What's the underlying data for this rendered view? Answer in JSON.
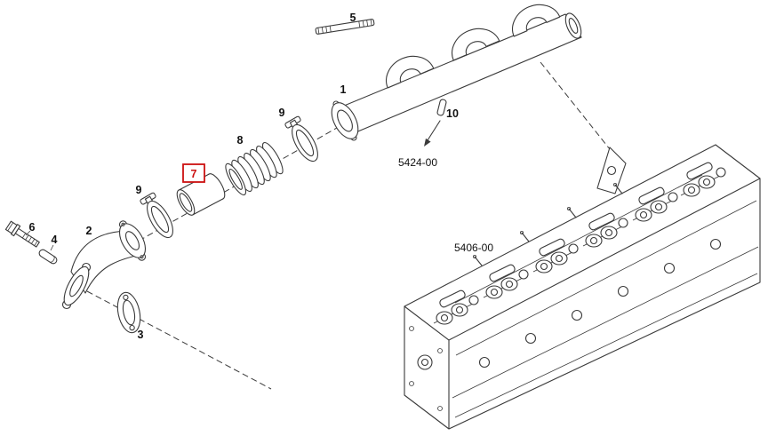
{
  "figure": {
    "name": "Exhaust manifold exploded parts diagram",
    "background": "#ffffff",
    "line_color": "#3a3a3a",
    "highlight_color": "#cc1111",
    "text_color": "#111111",
    "callouts": {
      "manifold": "1",
      "elbow": "2",
      "gasket": "3",
      "pin": "4",
      "stud": "5",
      "screw": "6",
      "sleeve": "7",
      "flex_coupling": "8",
      "clamp_upper": "9",
      "clamp_lower": "9",
      "plug": "10"
    },
    "references": {
      "detail_arrow": "5424-00",
      "cylinder_head": "5406-00"
    },
    "highlighted_callout": "7"
  }
}
